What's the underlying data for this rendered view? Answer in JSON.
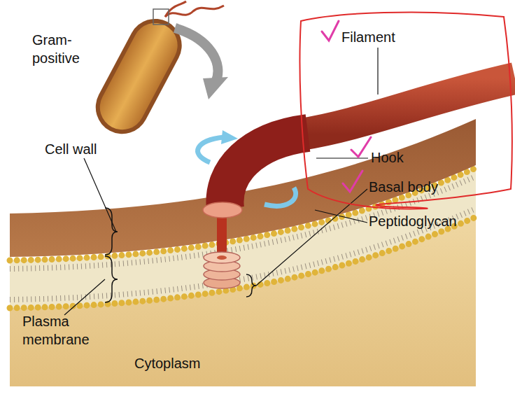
{
  "diagram": {
    "labels": [
      "Gram- positive",
      "Filament",
      "Cell wall",
      "Hook",
      "Basal body",
      "Peptidoglycan",
      "Plasma membrane",
      "Cytoplasm"
    ]
  }
}
